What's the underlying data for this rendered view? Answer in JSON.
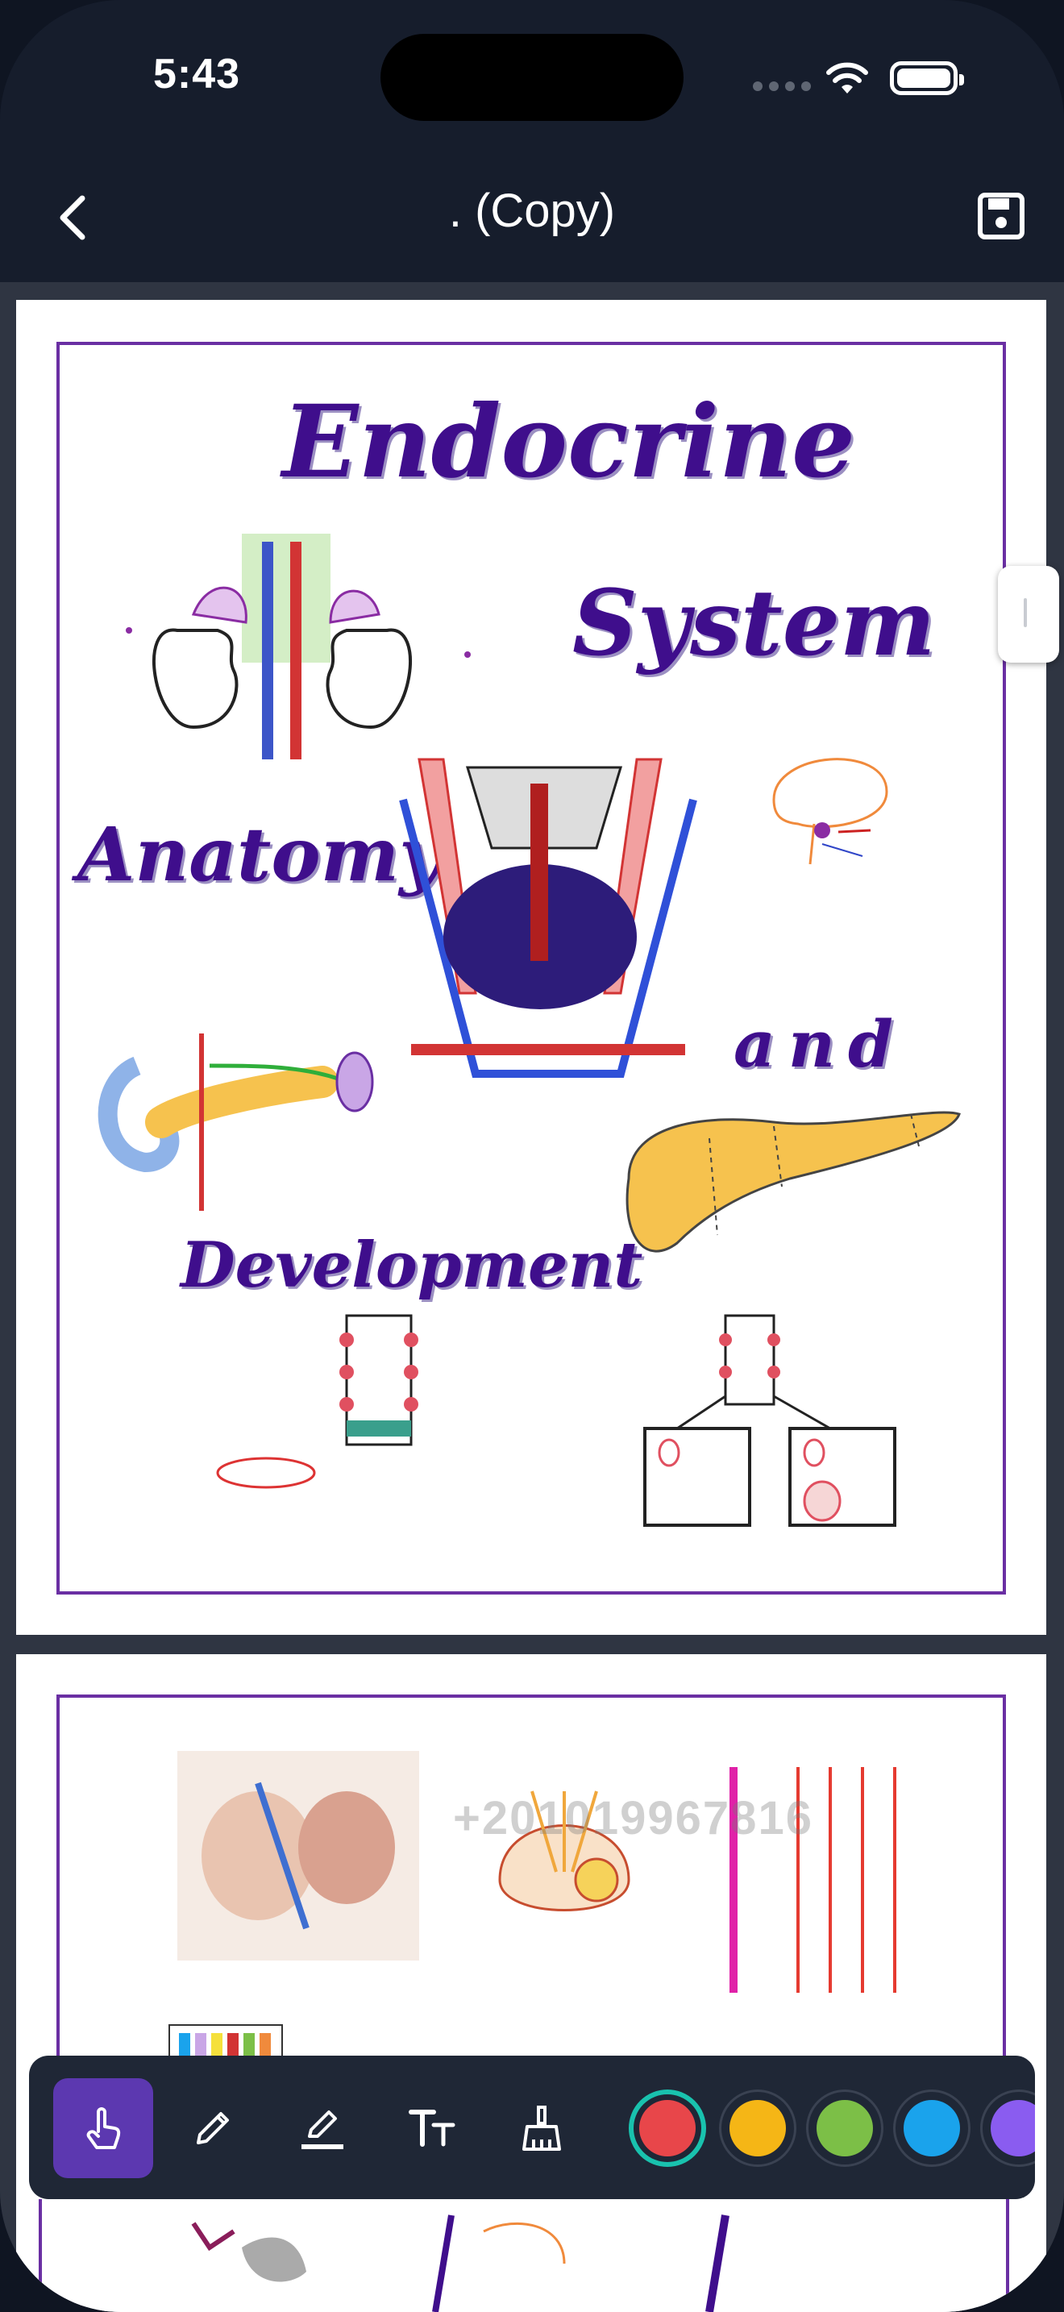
{
  "status": {
    "time": "5:43"
  },
  "nav": {
    "title": ". (Copy)"
  },
  "page1": {
    "title_words": [
      "Endocrine",
      "System",
      "Anatomy",
      "and",
      "Development"
    ]
  },
  "watermark": "+201019967816",
  "toolbar": {
    "tools": [
      "hand-icon",
      "pencil-icon",
      "highlighter-icon",
      "text-icon",
      "eraser-broom-icon"
    ],
    "active_tool": "hand-icon",
    "colors": [
      {
        "name": "red",
        "hex": "#e8464a",
        "selected": true
      },
      {
        "name": "yellow",
        "hex": "#f5b616",
        "selected": false
      },
      {
        "name": "green",
        "hex": "#7cbf47",
        "selected": false
      },
      {
        "name": "blue",
        "hex": "#1aa3ec",
        "selected": false
      },
      {
        "name": "purple",
        "hex": "#8a5cf0",
        "selected": false
      }
    ]
  }
}
